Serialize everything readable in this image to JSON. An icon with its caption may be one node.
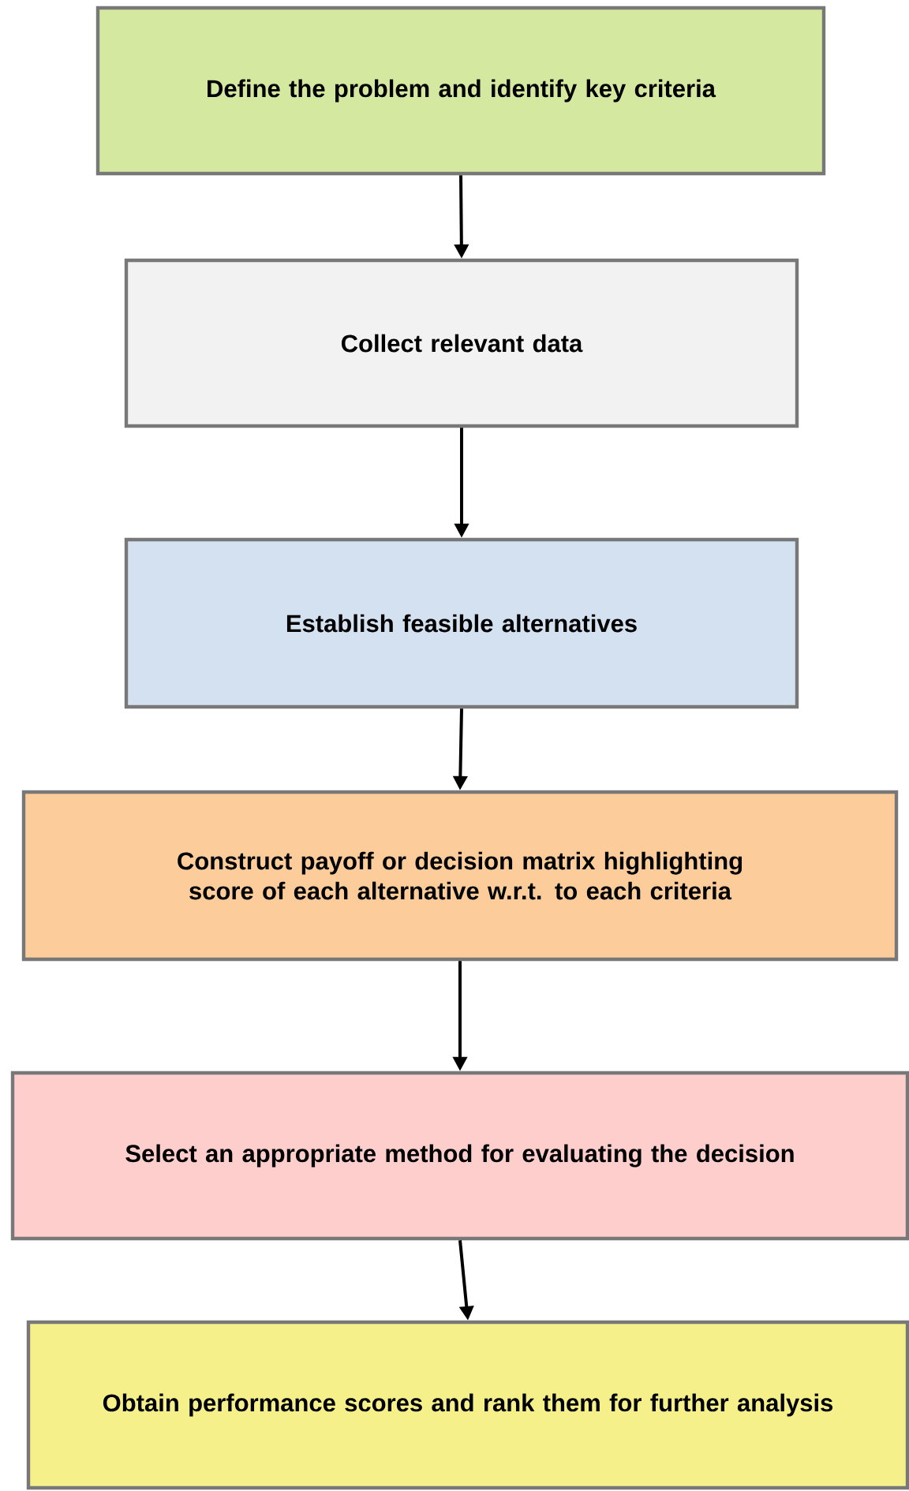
{
  "diagram": {
    "nodes": [
      {
        "text": [
          "Define the problem and identify key criteria"
        ]
      },
      {
        "text": [
          "Collect relevant data"
        ]
      },
      {
        "text": [
          "Establish feasible alternatives"
        ]
      },
      {
        "text": [
          "Construct payoff or decision matrix highlighting score of each alternative w.r.t. to each criteria"
        ]
      },
      {
        "text": [
          "Select an appropriate method for evaluating the decision"
        ]
      },
      {
        "text": [
          "Obtain performance scores and rank them for further analysis"
        ]
      }
    ],
    "edges": [
      {
        "from": 0,
        "to": 1,
        "arrow": "to"
      },
      {
        "from": 1,
        "to": 2,
        "arrow": "to"
      },
      {
        "from": 2,
        "to": 3,
        "arrow": "to"
      },
      {
        "from": 3,
        "to": 4,
        "arrow": "to"
      },
      {
        "from": 4,
        "to": 5,
        "arrow": "to"
      }
    ]
  }
}
